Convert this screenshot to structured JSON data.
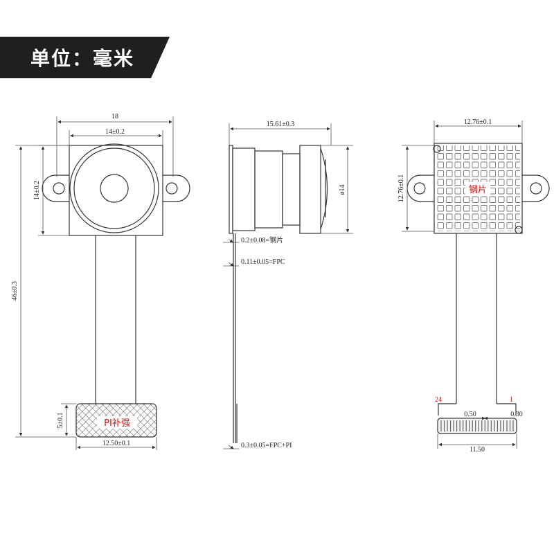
{
  "banner": {
    "title": "单位：毫米",
    "color": "#1f1f1f"
  },
  "front_view": {
    "dim_width_total": "18",
    "dim_width_holder": "14±0.2",
    "dim_height_holder": "14±0.2",
    "dim_height_total": "46±0.3",
    "dim_stiffener_height": "5±0.1",
    "dim_stiffener_width": "12.50±0.1",
    "stiffener_label": "PI补强"
  },
  "side_view": {
    "dim_length": "15.61±0.3",
    "dim_diameter": "ø14",
    "note_steel": "0.2±0.08=钢片",
    "note_fpc": "0.11±0.05=FPC",
    "note_fpc_pi": "0.3±0.05=FPC+PI"
  },
  "back_view": {
    "dim_width": "12.76±0.1",
    "dim_height": "12.76±0.1",
    "steel_label": "钢片",
    "pin_left": "24",
    "pin_right": "1",
    "dim_pitch": "0.50",
    "dim_pad": "0.30",
    "dim_connector": "11.50"
  },
  "colors": {
    "line": "#333333",
    "dim_line": "#555555",
    "label_red": "#d01010"
  }
}
